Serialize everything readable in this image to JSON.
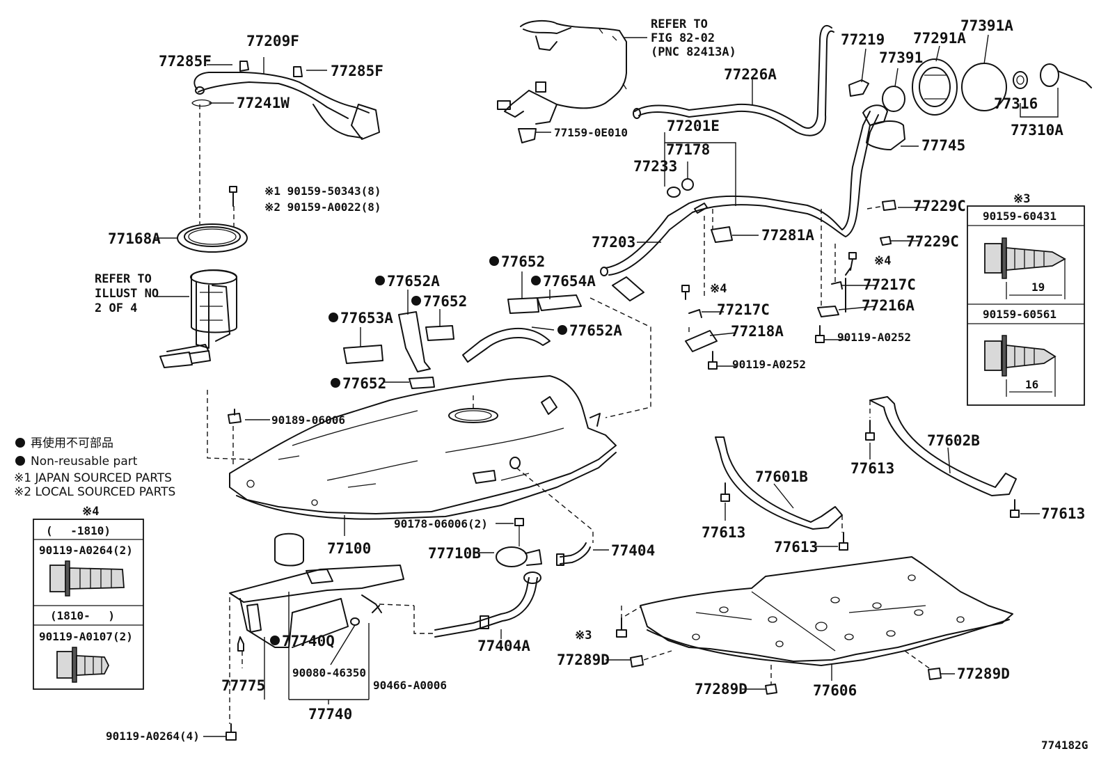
{
  "labels": {
    "p77209F": "77209F",
    "p77285F_l": "77285F",
    "p77285F_r": "77285F",
    "p77241W": "77241W",
    "p77168A": "77168A",
    "bolt_note1": "※1 90159-50343(8)",
    "bolt_note2": "※2 90159-A0022(8)",
    "refer_illust_1": "REFER TO",
    "refer_illust_2": "ILLUST NO",
    "refer_illust_3": "2 OF 4",
    "refer_fig_1": "REFER TO",
    "refer_fig_2": "FIG 82-02",
    "refer_fig_3": "(PNC 82413A)",
    "p77159": "77159-0E010",
    "p77226A": "77226A",
    "p77219": "77219",
    "p77391": "77391",
    "p77291A": "77291A",
    "p77391A": "77391A",
    "p77316": "77316",
    "p77310A": "77310A",
    "p77745": "77745",
    "p77201E": "77201E",
    "p77178": "77178",
    "p77233": "77233",
    "p77203": "77203",
    "p77281A": "77281A",
    "p77229C_a": "77229C",
    "p77229C_b": "77229C",
    "mark4_a": "※4",
    "mark4_b": "※4",
    "p77217C_a": "77217C",
    "p77217C_b": "77217C",
    "p77216A": "77216A",
    "p77218A": "77218A",
    "p90119A0252_a": "90119-A0252",
    "p90119A0252_b": "90119-A0252",
    "p77652_a": "77652",
    "p77652A_a": "77652A",
    "p77654A": "77654A",
    "p77652_b": "77652",
    "p77653A": "77653A",
    "p77652A_b": "77652A",
    "p77652_c": "77652",
    "p90189": "90189-06006",
    "p77100": "77100",
    "p90178": "90178-06006(2)",
    "p77710B": "77710B",
    "p77404": "77404",
    "p77404A": "77404A",
    "p77740Q": "77740Q",
    "p77775": "77775",
    "p90080": "90080-46350",
    "p90466": "90466-A0006",
    "p77740": "77740",
    "p90119A0264_4": "90119-A0264(4)",
    "p77601B": "77601B",
    "p77602B": "77602B",
    "p77613_a": "77613",
    "p77613_b": "77613",
    "p77613_c": "77613",
    "p77613_d": "77613",
    "p77606": "77606",
    "p77289D_a": "77289D",
    "p77289D_b": "77289D",
    "p77289D_c": "77289D",
    "mark3_bottom": "※3",
    "diagram_id": "774182G"
  },
  "legend": {
    "dot_jp": "再使用不可部品",
    "dot_en": "Non-reusable part",
    "note1": "※1 JAPAN SOURCED PARTS",
    "note2": "※2 LOCAL SOURCED PARTS"
  },
  "box3": {
    "mark": "※3",
    "bolt1": "90159-60431",
    "dim1": "19",
    "bolt2": "90159-60561",
    "dim2": "16"
  },
  "box4": {
    "mark": "※4",
    "range1": "(　 -1810)",
    "bolt1": "90119-A0264(2)",
    "range2": "(1810-　 )",
    "bolt2": "90119-A0107(2)"
  }
}
